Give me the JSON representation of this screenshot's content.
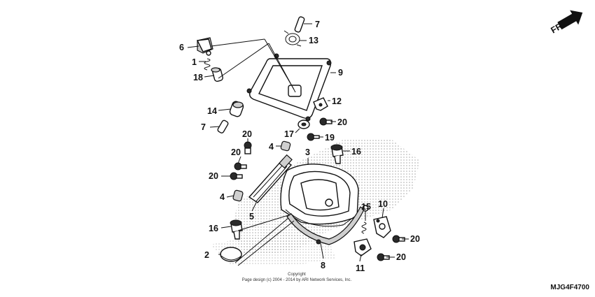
{
  "callouts": [
    "1",
    "2",
    "3",
    "4",
    "5",
    "6",
    "7",
    "8",
    "9",
    "10",
    "11",
    "12",
    "13",
    "14",
    "15",
    "16",
    "17",
    "18",
    "19",
    "20"
  ],
  "direction_label": "FR.",
  "copyright_line1": "Copyright",
  "copyright_line2": "Page design (c) 2004 - 2014 by ARI Network Services, Inc.",
  "diagram_code": "MJG4F4700"
}
